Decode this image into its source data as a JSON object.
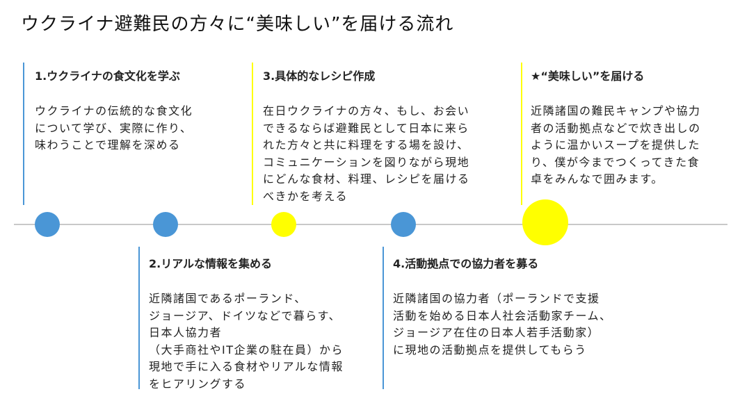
{
  "title": "ウクライナ避難民の方々に“美味しい”を届ける流れ",
  "colors": {
    "blue": "#4a96d6",
    "yellow": "#ffff00",
    "axis": "#c8c8c8"
  },
  "steps": [
    {
      "heading": "1.ウクライナの食文化を学ぶ",
      "lines": [
        "ウクライナの伝統的な食文化",
        "について学び、実際に作り、",
        "味わうことで理解を深める"
      ]
    },
    {
      "heading": "2.リアルな情報を集める",
      "lines": [
        "近隣諸国であるポーランド、",
        "ジョージア、ドイツなどで暮らす、",
        "日本人協力者",
        "（大手商社やIT企業の駐在員）から",
        "現地で手に入る食材やリアルな情報",
        "をヒアリングする"
      ]
    },
    {
      "heading": "3.具体的なレシピ作成",
      "lines": [
        "在日ウクライナの方々、もし、お会い",
        "できるならば避難民として日本に来ら",
        "れた方々と共に料理をする場を設け、",
        "コミュニケーションを図りながら現地",
        "にどんな食材、料理、レシピを届ける",
        "べきかを考える"
      ]
    },
    {
      "heading": "4.活動拠点での協力者を募る",
      "lines": [
        "近隣諸国の協力者（ポーランドで支援",
        "活動を始める日本人社会活動家チーム、",
        "ジョージア在住の日本人若手活動家）",
        "に現地の活動拠点を提供してもらう"
      ]
    },
    {
      "heading": "★“美味しい”を届ける",
      "lines": [
        "近隣諸国の難民キャンプや協力",
        "者の活動拠点などで炊き出しの",
        "ように温かいスープを提供した",
        "り、僕が今までつくってきた食",
        "卓をみんなで囲みます。"
      ]
    }
  ]
}
